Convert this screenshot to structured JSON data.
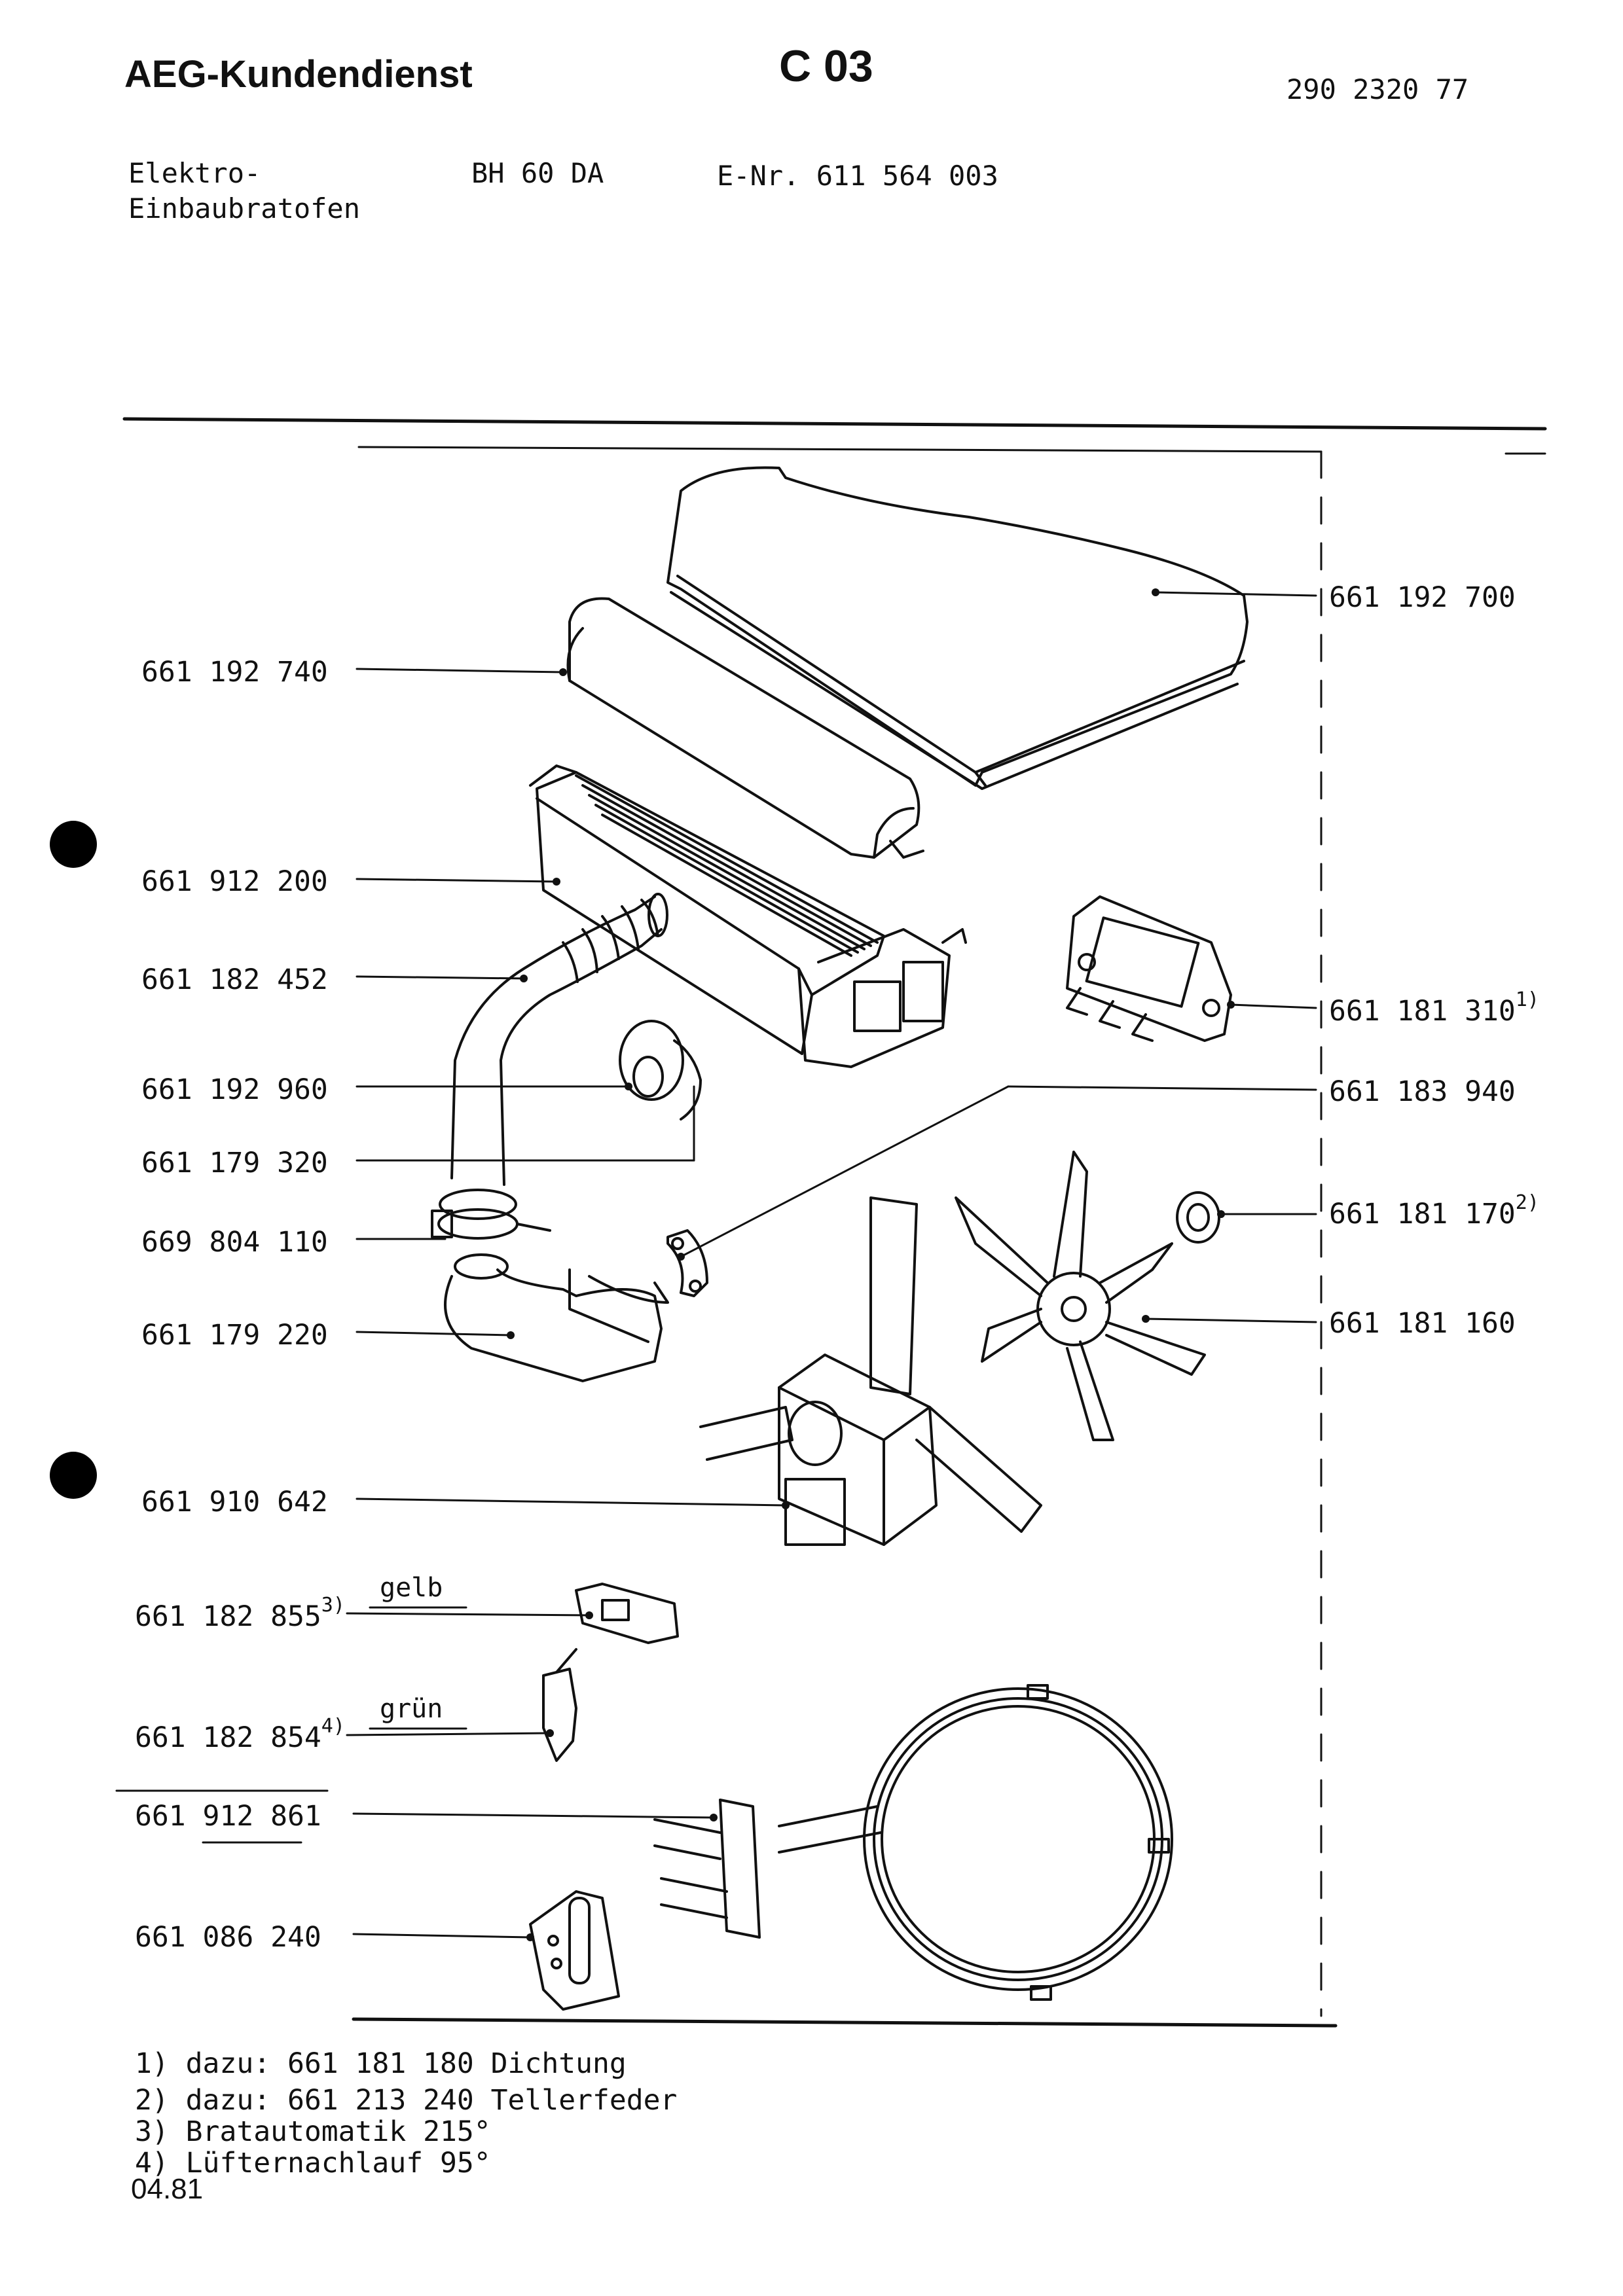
{
  "header": {
    "brand": "AEG-Kundendienst",
    "code": "C 03",
    "doc_number": "290 2320 77"
  },
  "product": {
    "type_line1": "Elektro-",
    "type_line2": "Einbaubratofen",
    "model": "BH  60 DA",
    "enr": "E-Nr. 611 564 003"
  },
  "parts_left": [
    {
      "number": "661 192 740",
      "sup": ""
    },
    {
      "number": "661 912 200",
      "sup": ""
    },
    {
      "number": "661 182 452",
      "sup": ""
    },
    {
      "number": "661 192 960",
      "sup": ""
    },
    {
      "number": "661 179 320",
      "sup": ""
    },
    {
      "number": "669 804 110",
      "sup": ""
    },
    {
      "number": "661 179 220",
      "sup": ""
    },
    {
      "number": "661 910 642",
      "sup": ""
    },
    {
      "number": "661 182 855",
      "sup": "3)"
    },
    {
      "number": "661 182 854",
      "sup": "4)"
    },
    {
      "number": "661 912 861",
      "sup": ""
    },
    {
      "number": "661 086 240",
      "sup": ""
    }
  ],
  "parts_right": [
    {
      "number": "661 192 700",
      "sup": ""
    },
    {
      "number": "661 181 310",
      "sup": "1)"
    },
    {
      "number": "661 183 940",
      "sup": ""
    },
    {
      "number": "661 181 170",
      "sup": "2)"
    },
    {
      "number": "661 181 160",
      "sup": ""
    }
  ],
  "color_labels": {
    "yellow": "gelb",
    "green": "grün"
  },
  "footnotes": [
    "1) dazu: 661 181 180 Dichtung",
    "2) dazu: 661 213 240 Tellerfeder",
    "3) Bratautomatik 215°",
    "4) Lüfternachlauf 95°"
  ],
  "date": "04.81"
}
